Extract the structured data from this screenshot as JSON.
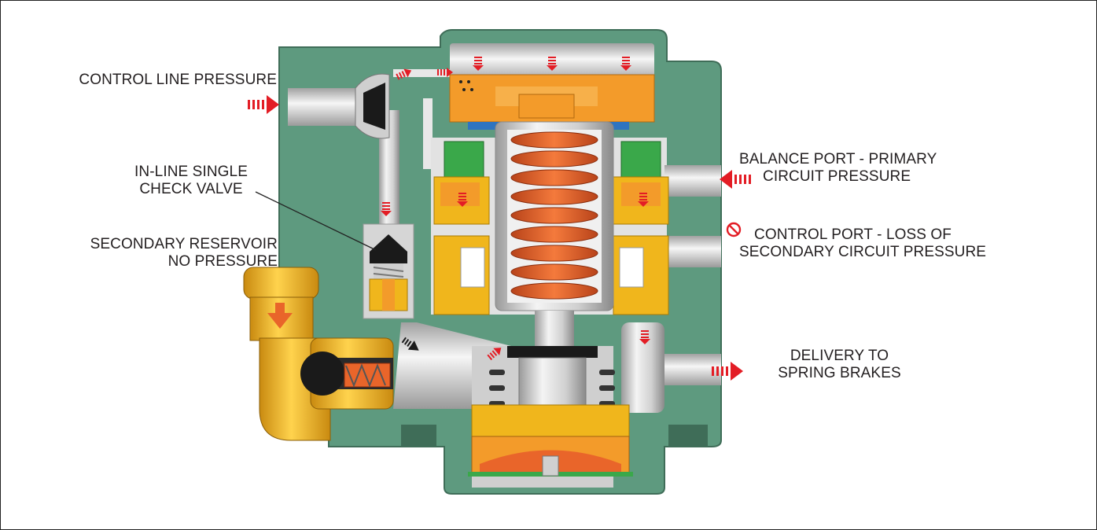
{
  "labels": {
    "control_line": "CONTROL LINE PRESSURE",
    "check_valve": [
      "IN-LINE SINGLE",
      "CHECK VALVE"
    ],
    "secondary_reservoir": [
      "SECONDARY RESERVOIR",
      "NO PRESSURE"
    ],
    "balance_port": [
      "BALANCE PORT - PRIMARY",
      "CIRCUIT PRESSURE"
    ],
    "control_port": [
      "CONTROL PORT - LOSS OF",
      "SECONDARY CIRCUIT PRESSURE"
    ],
    "delivery": [
      "DELIVERY TO",
      "SPRING BRAKES"
    ]
  },
  "icons": {
    "arrow": "red-pressure-arrow-icon",
    "no_pressure": "prohibited-icon"
  },
  "colors": {
    "housing": "#5e9a7f",
    "housing_dark": "#3f6d58",
    "bore": "#dcdcdc",
    "yellow": "#f0b61c",
    "orange": "#f39b2a",
    "spring": "#e9652a",
    "green_seal": "#3aa84a",
    "pressure_red": "#e31d25",
    "black": "#1a1a1a"
  }
}
